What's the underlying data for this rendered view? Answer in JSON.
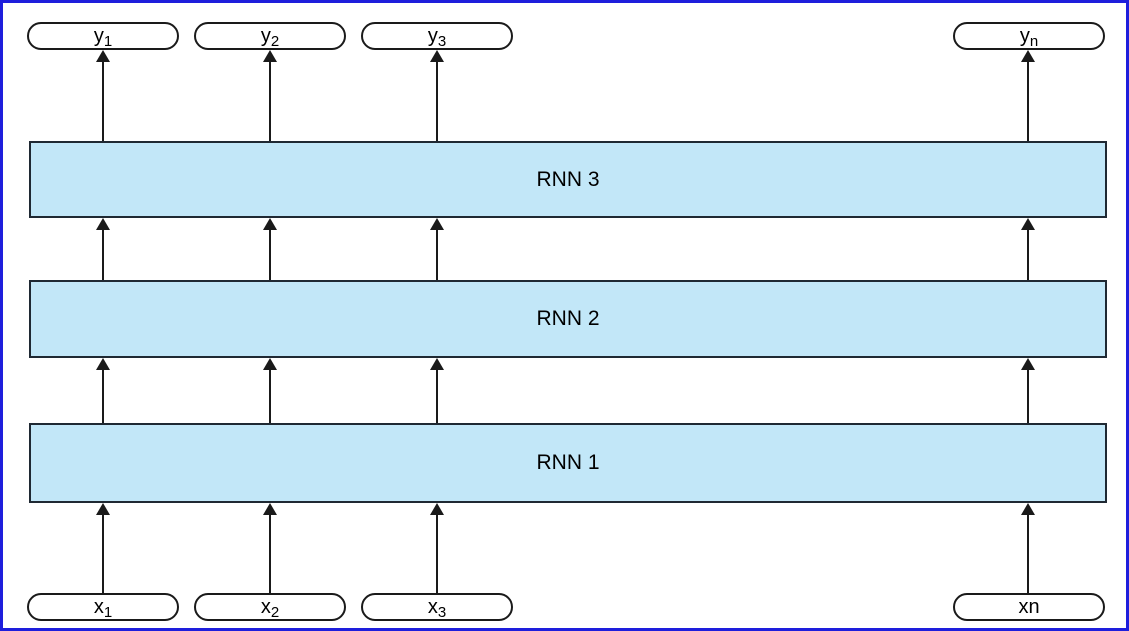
{
  "diagram": {
    "colors": {
      "frame_border": "#1e1edc",
      "layer_fill": "#c2e7f8",
      "layer_border": "#1f2933",
      "node_border": "#1a1a1a",
      "arrow": "#1a1a1a"
    },
    "outputs": [
      {
        "base": "y",
        "sub": "1"
      },
      {
        "base": "y",
        "sub": "2"
      },
      {
        "base": "y",
        "sub": "3"
      },
      {
        "base": "y",
        "sub": "n"
      }
    ],
    "layers": [
      {
        "label": "RNN 3"
      },
      {
        "label": "RNN 2"
      },
      {
        "label": "RNN 1"
      }
    ],
    "inputs": [
      {
        "base": "x",
        "sub": "1"
      },
      {
        "base": "x",
        "sub": "2"
      },
      {
        "base": "x",
        "sub": "3"
      },
      {
        "base": "xn",
        "sub": ""
      }
    ]
  }
}
